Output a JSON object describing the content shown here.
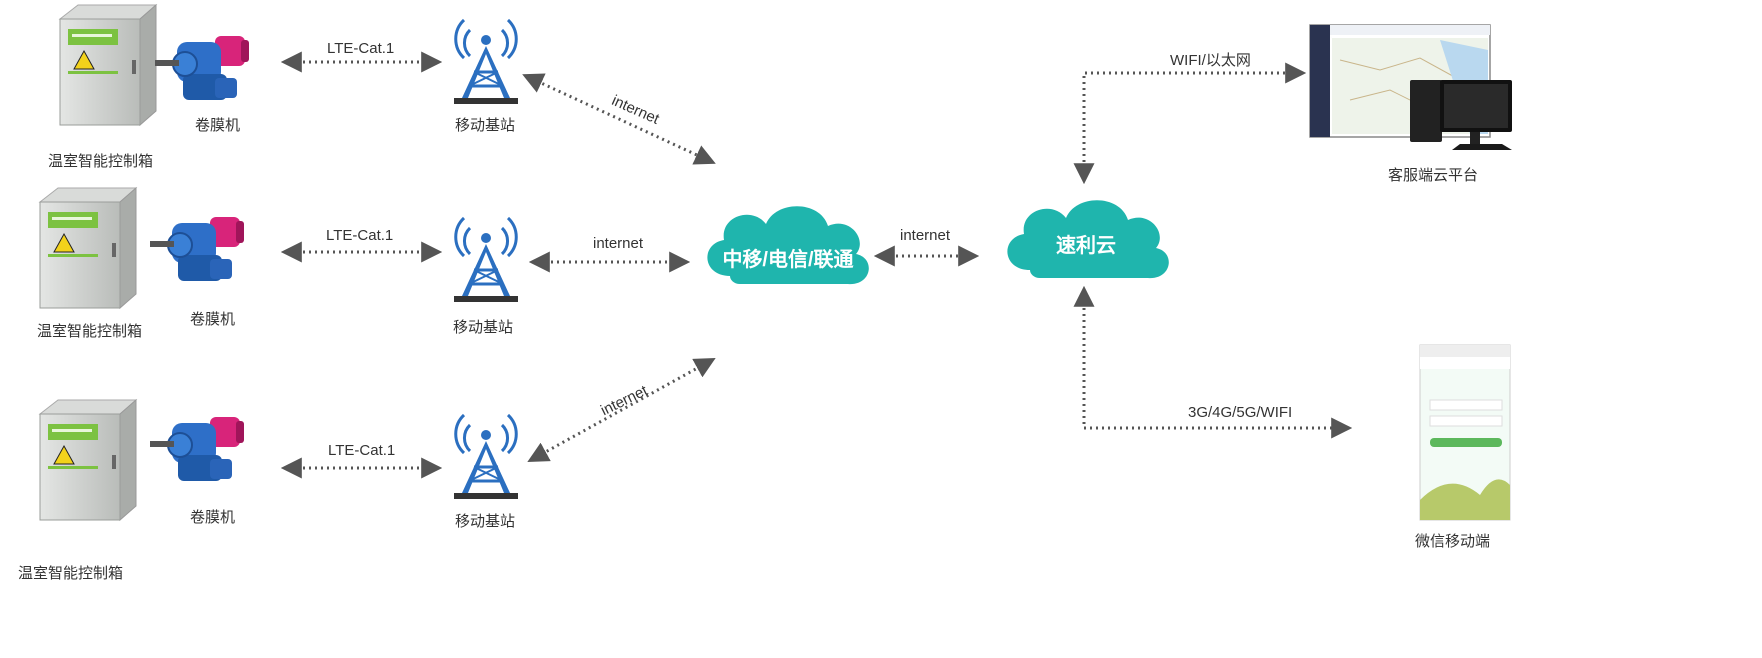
{
  "devices": {
    "row1": {
      "box_label": "温室智能控制箱",
      "motor_label": "卷膜机",
      "tower_label": "移动基站",
      "link_label": "LTE-Cat.1"
    },
    "row2": {
      "box_label": "温室智能控制箱",
      "motor_label": "卷膜机",
      "tower_label": "移动基站",
      "link_label": "LTE-Cat.1"
    },
    "row3": {
      "box_label": "温室智能控制箱",
      "motor_label": "卷膜机",
      "tower_label": "移动基站",
      "link_label": "LTE-Cat.1"
    }
  },
  "links": {
    "tower1_to_carrier": "internet",
    "tower2_to_carrier": "internet",
    "tower3_to_carrier": "internet",
    "carrier_to_cloud": "internet",
    "cloud_to_platform": "WIFI/以太网",
    "cloud_to_mobile": "3G/4G/5G/WIFI"
  },
  "carrier_cloud": {
    "label": "中移/电信/联通"
  },
  "suli_cloud": {
    "label": "速利云"
  },
  "platform": {
    "label": "客服端云平台"
  },
  "mobile": {
    "label": "微信移动端"
  },
  "colors": {
    "cloud": "#1fb5ad",
    "link": "#555555",
    "cabinet": "#c9ccc9",
    "cabinet_panel": "#7cc241",
    "motor_body": "#2e6fc8",
    "motor_cap": "#d8247a",
    "tower": "#2b6fc0"
  }
}
